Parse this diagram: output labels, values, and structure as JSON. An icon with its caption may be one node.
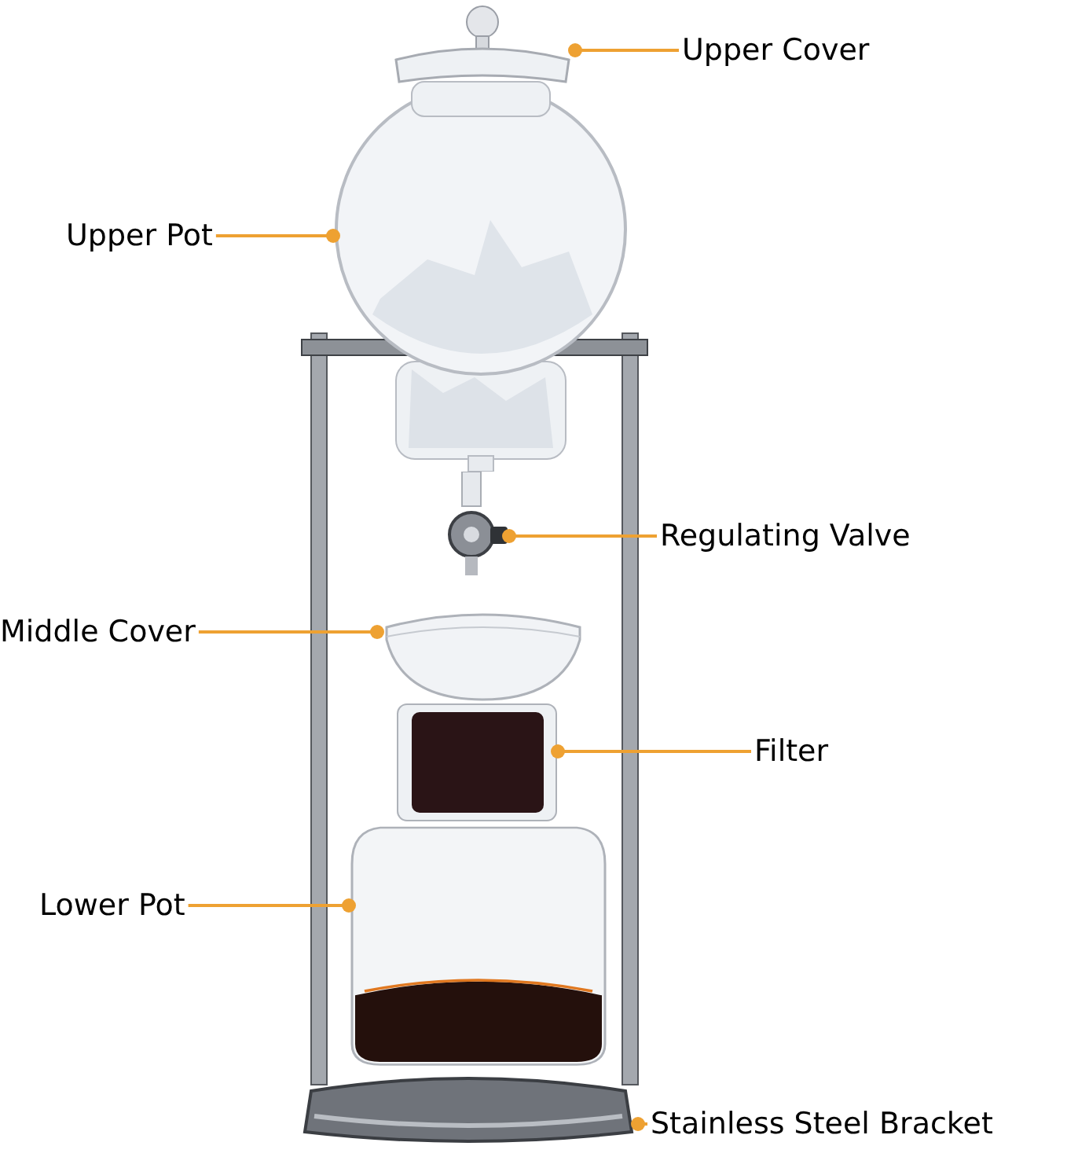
{
  "diagram": {
    "nodes": [
      {
        "text": [
          "Upper Cover"
        ]
      },
      {
        "text": [
          "Upper Pot"
        ]
      },
      {
        "text": [
          "Regulating Valve"
        ]
      },
      {
        "text": [
          "Middle Cover"
        ]
      },
      {
        "text": [
          "Filter"
        ]
      },
      {
        "text": [
          "Lower Pot"
        ]
      },
      {
        "text": [
          "Stainless Steel Bracket"
        ]
      },
      {
        "text": [],
        "shape": "picture"
      },
      {
        "text": [],
        "shape": "picture"
      },
      {
        "text": [],
        "shape": "picture"
      },
      {
        "text": [],
        "shape": "picture"
      },
      {
        "text": [],
        "shape": "picture"
      },
      {
        "text": [],
        "shape": "picture"
      },
      {
        "text": [],
        "shape": "picture"
      }
    ],
    "edges": [
      {
        "from": 0,
        "to": 7,
        "arrow": "other"
      },
      {
        "from": 1,
        "to": 8,
        "arrow": "other"
      },
      {
        "from": 2,
        "to": 9,
        "arrow": "other"
      },
      {
        "from": 3,
        "to": 10,
        "arrow": "other"
      },
      {
        "from": 4,
        "to": 11,
        "arrow": "other"
      },
      {
        "from": 5,
        "to": 12,
        "arrow": "other"
      },
      {
        "from": 6,
        "to": 13,
        "arrow": "other"
      }
    ]
  }
}
